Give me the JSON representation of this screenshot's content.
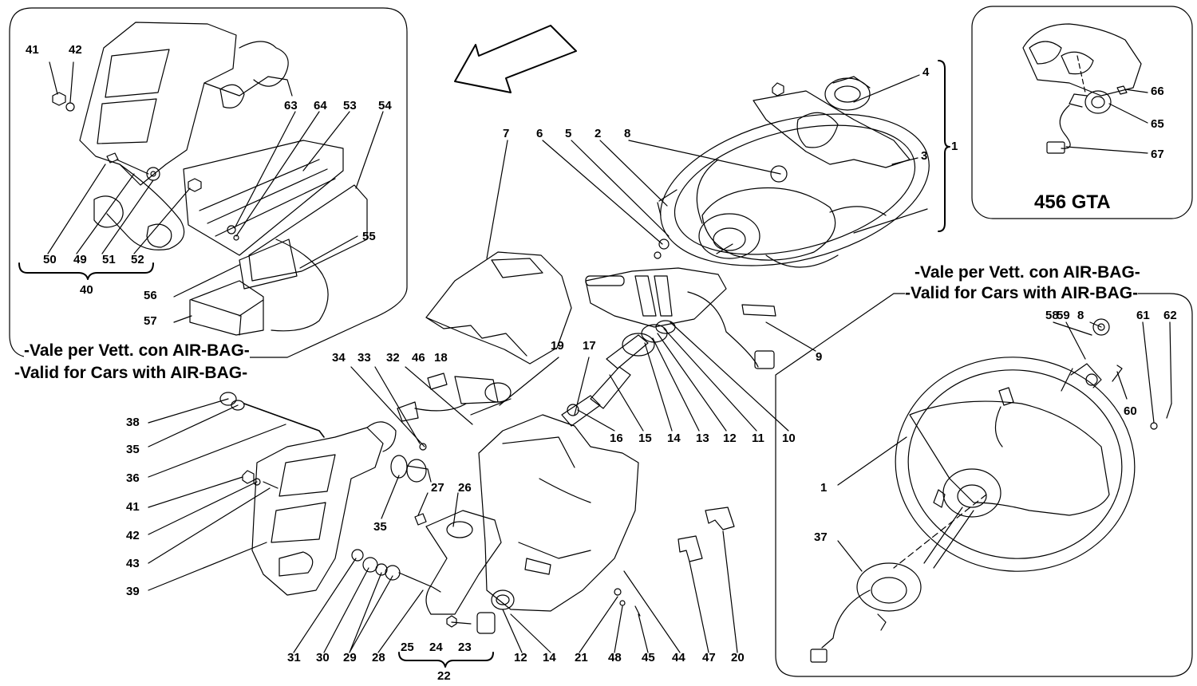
{
  "notes": {
    "it": "-Vale per Vett. con AIR-BAG-",
    "en": "-Valid for Cars with AIR-BAG-"
  },
  "model": "456 GTA",
  "labels": {
    "inset": [
      "41",
      "42",
      "63",
      "64",
      "53",
      "54",
      "55",
      "56",
      "57",
      "50",
      "49",
      "51",
      "52",
      "40"
    ],
    "main": [
      "7",
      "6",
      "5",
      "2",
      "8",
      "4",
      "3",
      "1",
      "9",
      "10",
      "11",
      "12",
      "13",
      "14",
      "15",
      "16",
      "17",
      "19",
      "18",
      "46",
      "32",
      "33",
      "34",
      "38",
      "35",
      "36",
      "41",
      "42",
      "43",
      "39",
      "35",
      "27",
      "26",
      "31",
      "30",
      "29",
      "28",
      "25",
      "24",
      "23",
      "22",
      "12",
      "14",
      "21",
      "48",
      "45",
      "44",
      "47",
      "20"
    ],
    "gta": [
      "66",
      "65",
      "67"
    ],
    "airbag": [
      "59",
      "58",
      "8",
      "61",
      "62",
      "60",
      "1",
      "37"
    ]
  }
}
